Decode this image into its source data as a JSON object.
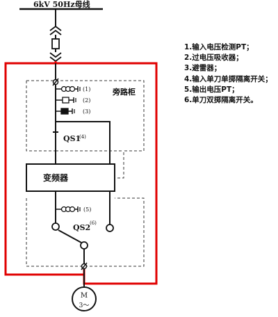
{
  "busbar": {
    "label": "6kV 50Hz母线"
  },
  "bypass_cabinet": {
    "label": "旁路柜"
  },
  "converter": {
    "label": "变频器"
  },
  "switches": {
    "qs1": "QS1",
    "qs1_ref": "(4)",
    "qs2": "QS2",
    "qs2_ref": "(6)"
  },
  "component_refs": {
    "r1": "(1)",
    "r2": "(2)",
    "r3": "(3)",
    "r5": "(5)"
  },
  "motor": {
    "letter": "M",
    "phase": "3～"
  },
  "legend": {
    "items": [
      "1.输入电压检测PT；",
      "2.过电压吸收器；",
      "3.避雷器；",
      "4.输入单刀单掷隔离开关；",
      "5.输出电压PT；",
      "6.单刀双掷隔离开关。"
    ]
  },
  "colors": {
    "power_path": "#e00000",
    "line": "#111111",
    "cabinet_border": "#333333"
  }
}
